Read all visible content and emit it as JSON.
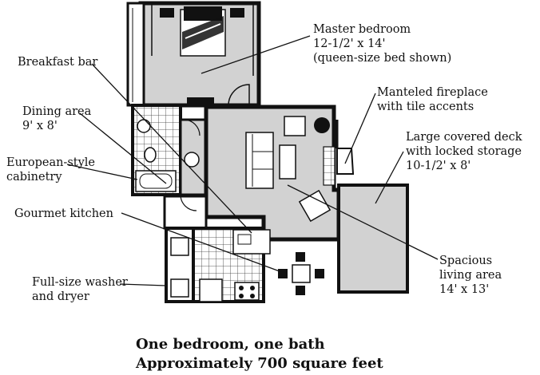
{
  "labels": {
    "master_bedroom": {
      "line1": "Master bedroom",
      "line2": "12-1/2' x 14'",
      "line3": "(queen-size bed shown)"
    },
    "breakfast_bar": {
      "line1": "Breakfast bar"
    },
    "fireplace": {
      "line1": "Manteled fireplace",
      "line2": "with tile accents"
    },
    "dining_area": {
      "line1": "Dining area",
      "line2": "9' x 8'"
    },
    "deck": {
      "line1": "Large covered deck",
      "line2": "with locked storage",
      "line3": "10-1/2' x 8'"
    },
    "cabinetry": {
      "line1": "European-style",
      "line2": "cabinetry"
    },
    "kitchen": {
      "line1": "Gourmet kitchen"
    },
    "living_area": {
      "line1": "Spacious",
      "line2": "living area",
      "line3": "14' x 13'"
    },
    "washer_dryer": {
      "line1": "Full-size washer",
      "line2": "and dryer"
    }
  },
  "caption": {
    "line1": "One bedroom, one bath",
    "line2": "Approximately 700 square feet"
  },
  "colors": {
    "room_fill": "#d2d2d2",
    "wall": "#111111",
    "background": "#ffffff"
  }
}
